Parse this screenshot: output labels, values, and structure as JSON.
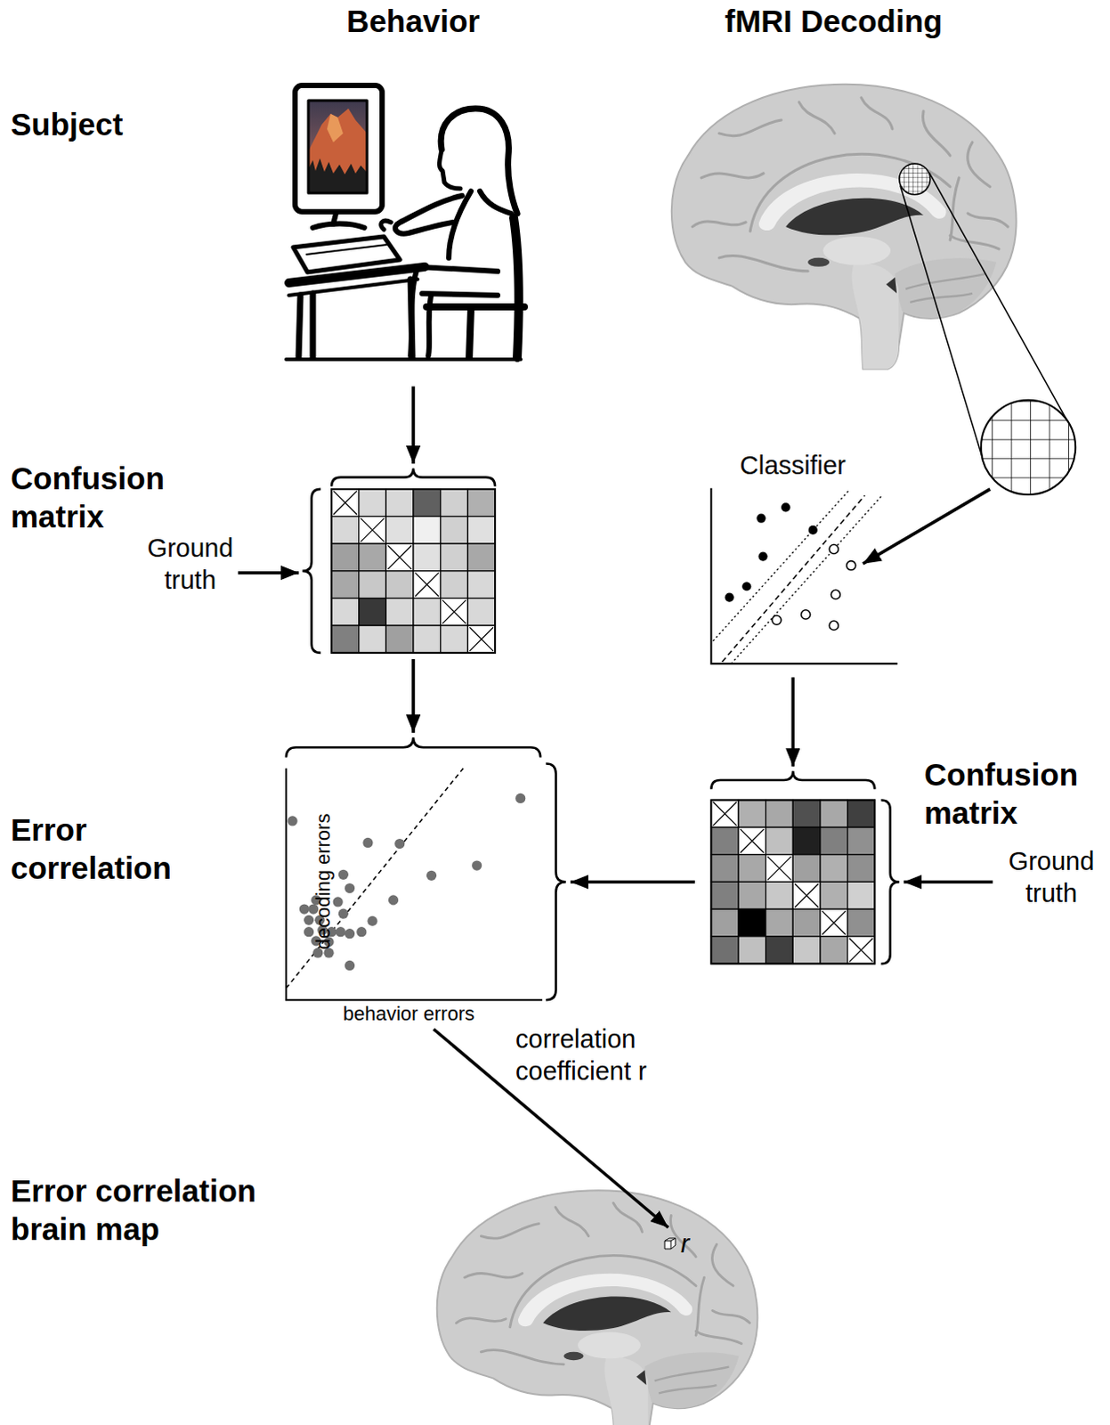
{
  "diagram": {
    "nodes": [
      {
        "text": [
          "Classifier"
        ]
      },
      {
        "text": [
          "decoding errors",
          "behavior errors"
        ]
      },
      {
        "text": [
          "r"
        ]
      }
    ],
    "edges": [
      {
        "from": 1,
        "to": 2,
        "arrow": "to",
        "label": "correlation coefficient r"
      }
    ],
    "labels": [
      "Behavior",
      "fMRI Decoding",
      "Subject",
      "Confusion matrix",
      "Ground truth",
      "Confusion matrix",
      "Error correlation",
      "Ground truth",
      "Error correlation brain map"
    ]
  }
}
